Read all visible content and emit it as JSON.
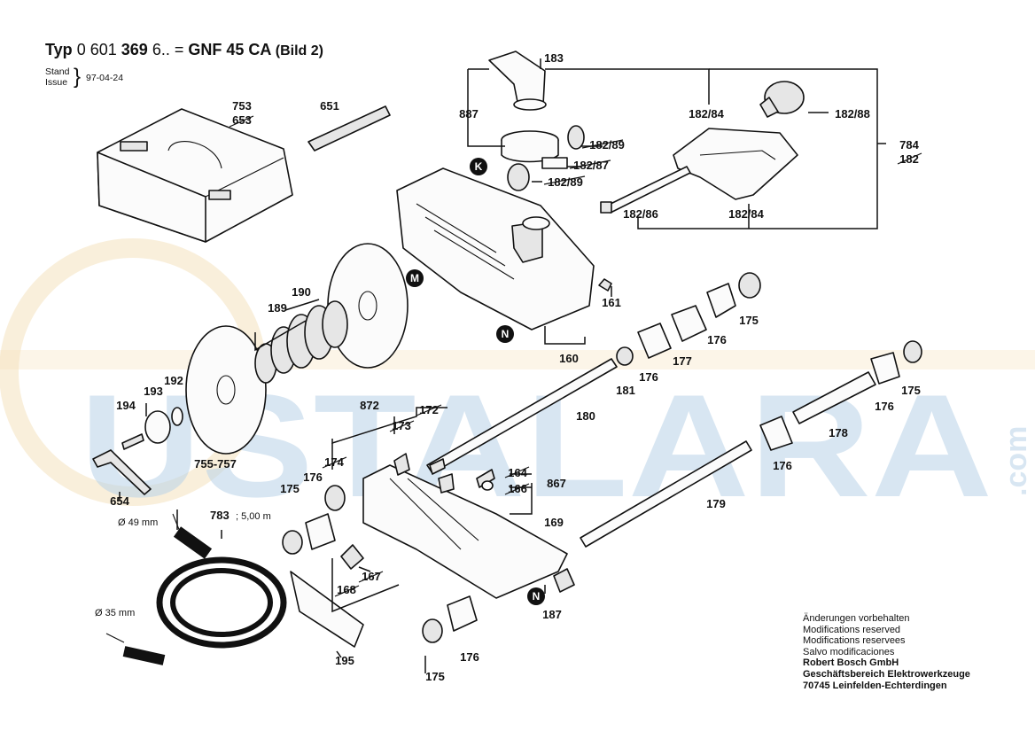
{
  "header": {
    "typ": "Typ",
    "number_plain": "0 601",
    "number_bold": "369",
    "suffix": "6.. =",
    "model": "GNF 45 CA",
    "bild": "(Bild 2)"
  },
  "issue": {
    "stand": "Stand",
    "issue": "Issue",
    "date": "97-04-24"
  },
  "hose": {
    "part": "783",
    "length": "; 5,00 m",
    "dia_large": "Ø 49 mm",
    "dia_small": "Ø 35 mm"
  },
  "markers": [
    "K",
    "M",
    "N",
    "N"
  ],
  "labels": {
    "l753": "753",
    "l653": "653",
    "l651": "651",
    "l183": "183",
    "l887": "887",
    "l182_84a": "182/84",
    "l182_88": "182/88",
    "l182_89a": "182/89",
    "l182_87": "182/87",
    "l182_89b": "182/89",
    "l784": "784",
    "l182": "182",
    "l182_86": "182/86",
    "l182_84b": "182/84",
    "l190": "190",
    "l189": "189",
    "l161": "161",
    "l175a": "175",
    "l176a": "176",
    "l160": "160",
    "l177": "177",
    "l176b": "176",
    "l181": "181",
    "l180": "180",
    "l175b": "175",
    "l176c": "176",
    "l178": "178",
    "l176d": "176",
    "l192": "192",
    "l193": "193",
    "l194": "194",
    "l755_757": "755-757",
    "l654": "654",
    "l872": "872",
    "l172": "172",
    "l173": "173",
    "l174": "174",
    "l175c": "175",
    "l176e": "176",
    "l164": "164",
    "l166": "166",
    "l867": "867",
    "l169": "169",
    "l179": "179",
    "l176f": "176",
    "l168": "168",
    "l167": "167",
    "l195": "195",
    "l187": "187",
    "l176g": "176",
    "l175d": "175"
  },
  "notice": {
    "line1": "Änderungen vorbehalten",
    "line2": "Modifications reserved",
    "line3": "Modifications reservees",
    "line4": "Salvo modificaciones",
    "line5": "Robert Bosch GmbH",
    "line6": "Geschäftsbereich Elektrowerkzeuge",
    "line7": "70745 Leinfelden-Echterdingen"
  },
  "watermark": {
    "text": "USTALARA",
    "suffix": ".com"
  }
}
